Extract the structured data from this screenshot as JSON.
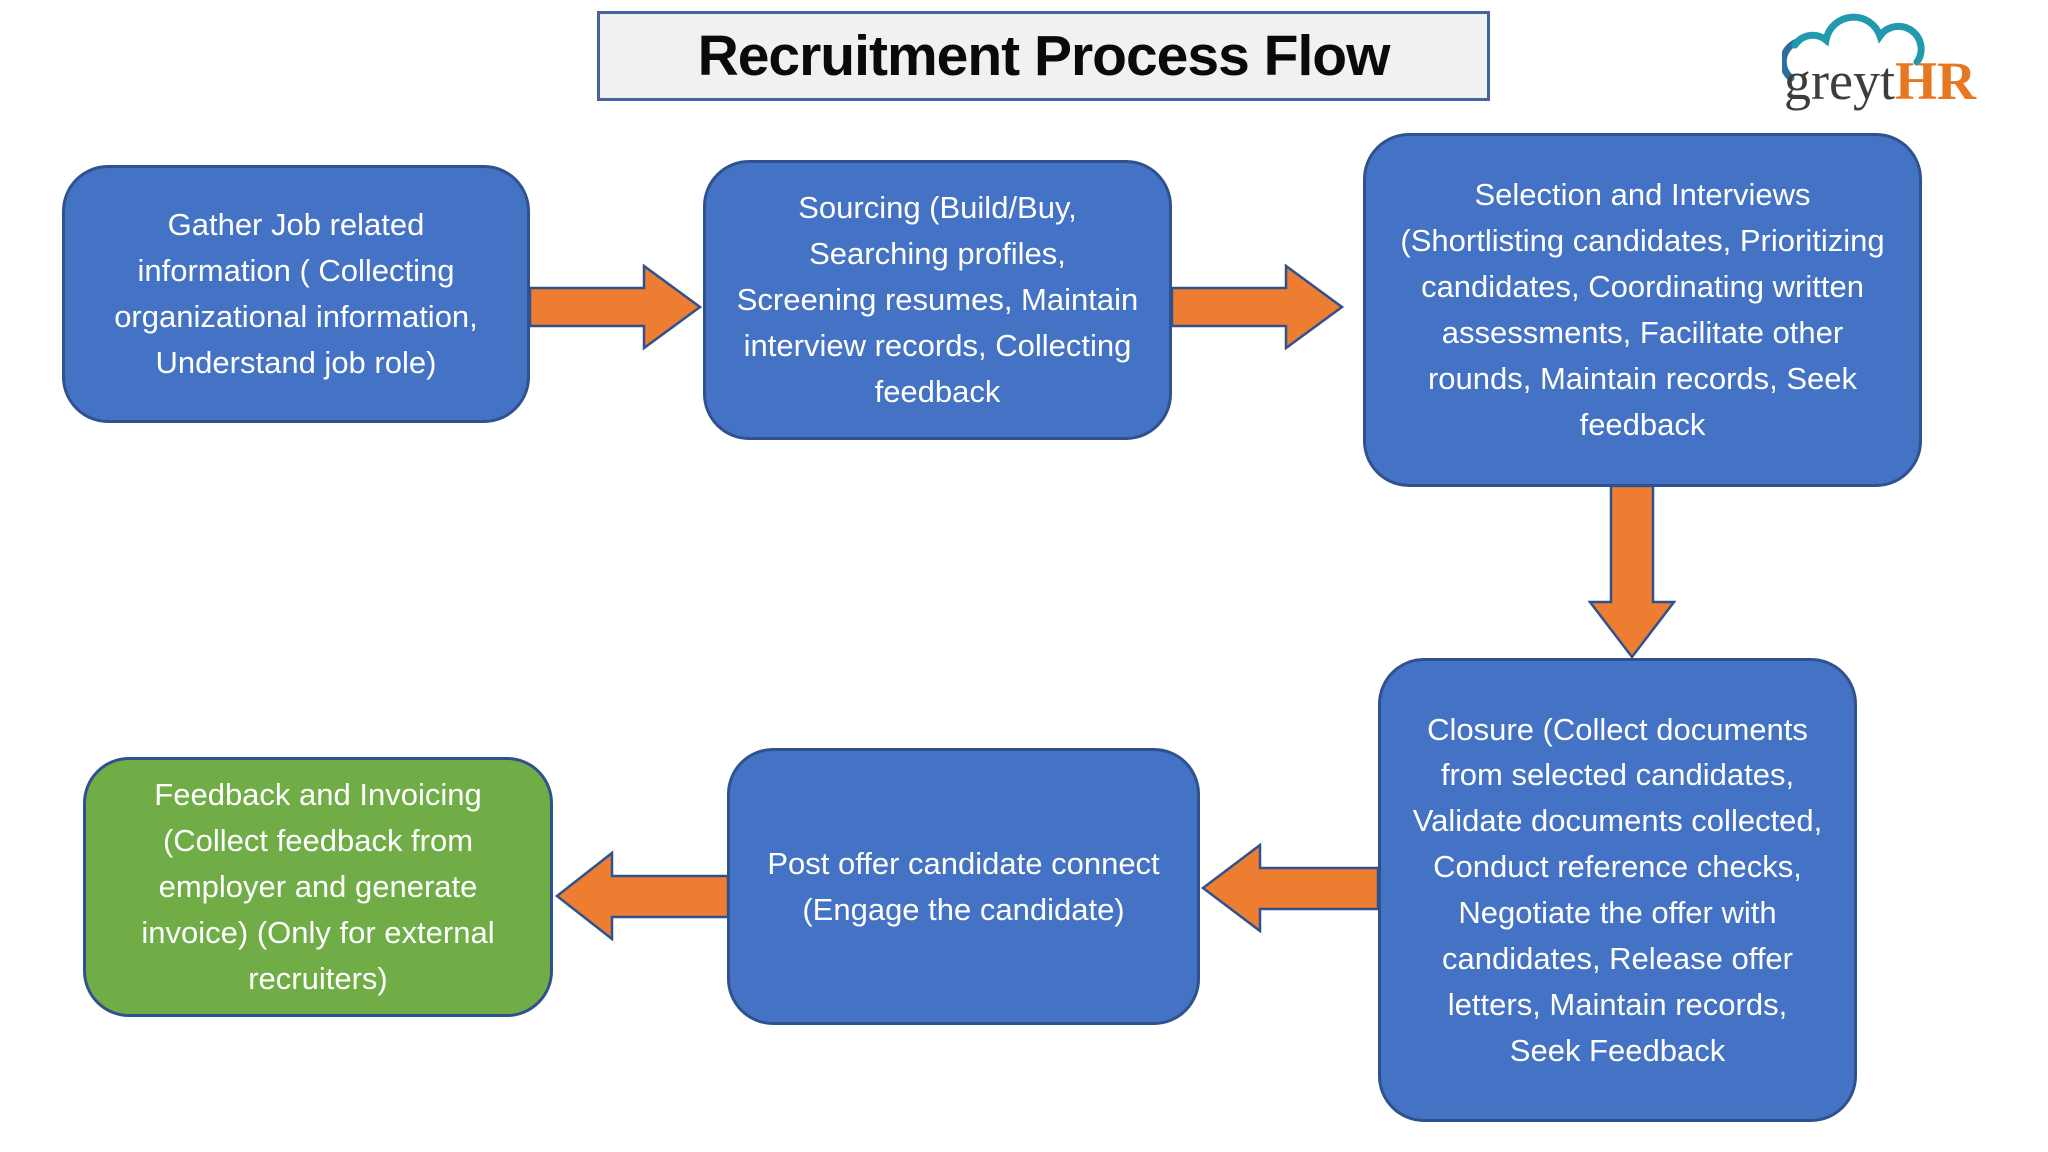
{
  "slide_title": {
    "text": "Recruitment Process Flow"
  },
  "brand": {
    "name_prefix": "greyt",
    "name_suffix": "HR",
    "icon": "cloud-outline-icon",
    "prefix_color": "#3D3D3D",
    "suffix_color": "#E87722",
    "cloud_color": "#2199AE",
    "cloud_accent_color": "#2C6E9E"
  },
  "diagram": {
    "nodes": [
      {
        "id": "gather",
        "type": "process",
        "text": "Gather Job related information ( Collecting organizational information, Understand job role)"
      },
      {
        "id": "sourcing",
        "type": "process",
        "text": "Sourcing (Build/Buy, Searching profiles, Screening resumes, Maintain interview records, Collecting feedback"
      },
      {
        "id": "selection",
        "type": "process",
        "text": "Selection and Interviews (Shortlisting candidates, Prioritizing candidates, Coordinating written assessments, Facilitate other rounds, Maintain records, Seek feedback"
      },
      {
        "id": "closure",
        "type": "process",
        "text": "Closure (Collect documents from selected candidates, Validate documents collected, Conduct reference checks, Negotiate the offer with candidates, Release offer letters, Maintain records, Seek Feedback"
      },
      {
        "id": "post-offer",
        "type": "process",
        "text": "Post offer candidate connect (Engage the candidate)"
      },
      {
        "id": "feedback-invoicing",
        "type": "terminal",
        "text": "Feedback and Invoicing (Collect feedback from employer and generate invoice) (Only for external recruiters)"
      }
    ],
    "connectors": [
      {
        "from": "gather",
        "to": "sourcing",
        "direction": "right"
      },
      {
        "from": "sourcing",
        "to": "selection",
        "direction": "right"
      },
      {
        "from": "selection",
        "to": "closure",
        "direction": "down"
      },
      {
        "from": "closure",
        "to": "post-offer",
        "direction": "left"
      },
      {
        "from": "post-offer",
        "to": "feedback-invoicing",
        "direction": "left"
      }
    ]
  },
  "colors": {
    "process_fill": "#4472C4",
    "process_border": "#2F528F",
    "terminal_fill": "#70AD47",
    "terminal_border": "#2F528F",
    "arrow_fill": "#ED7D31",
    "arrow_border": "#2F528F",
    "title_fill": "#F1F1F1",
    "title_border": "#44659E",
    "node_text": "#FFFFFF",
    "title_text": "#0A0A0A"
  }
}
